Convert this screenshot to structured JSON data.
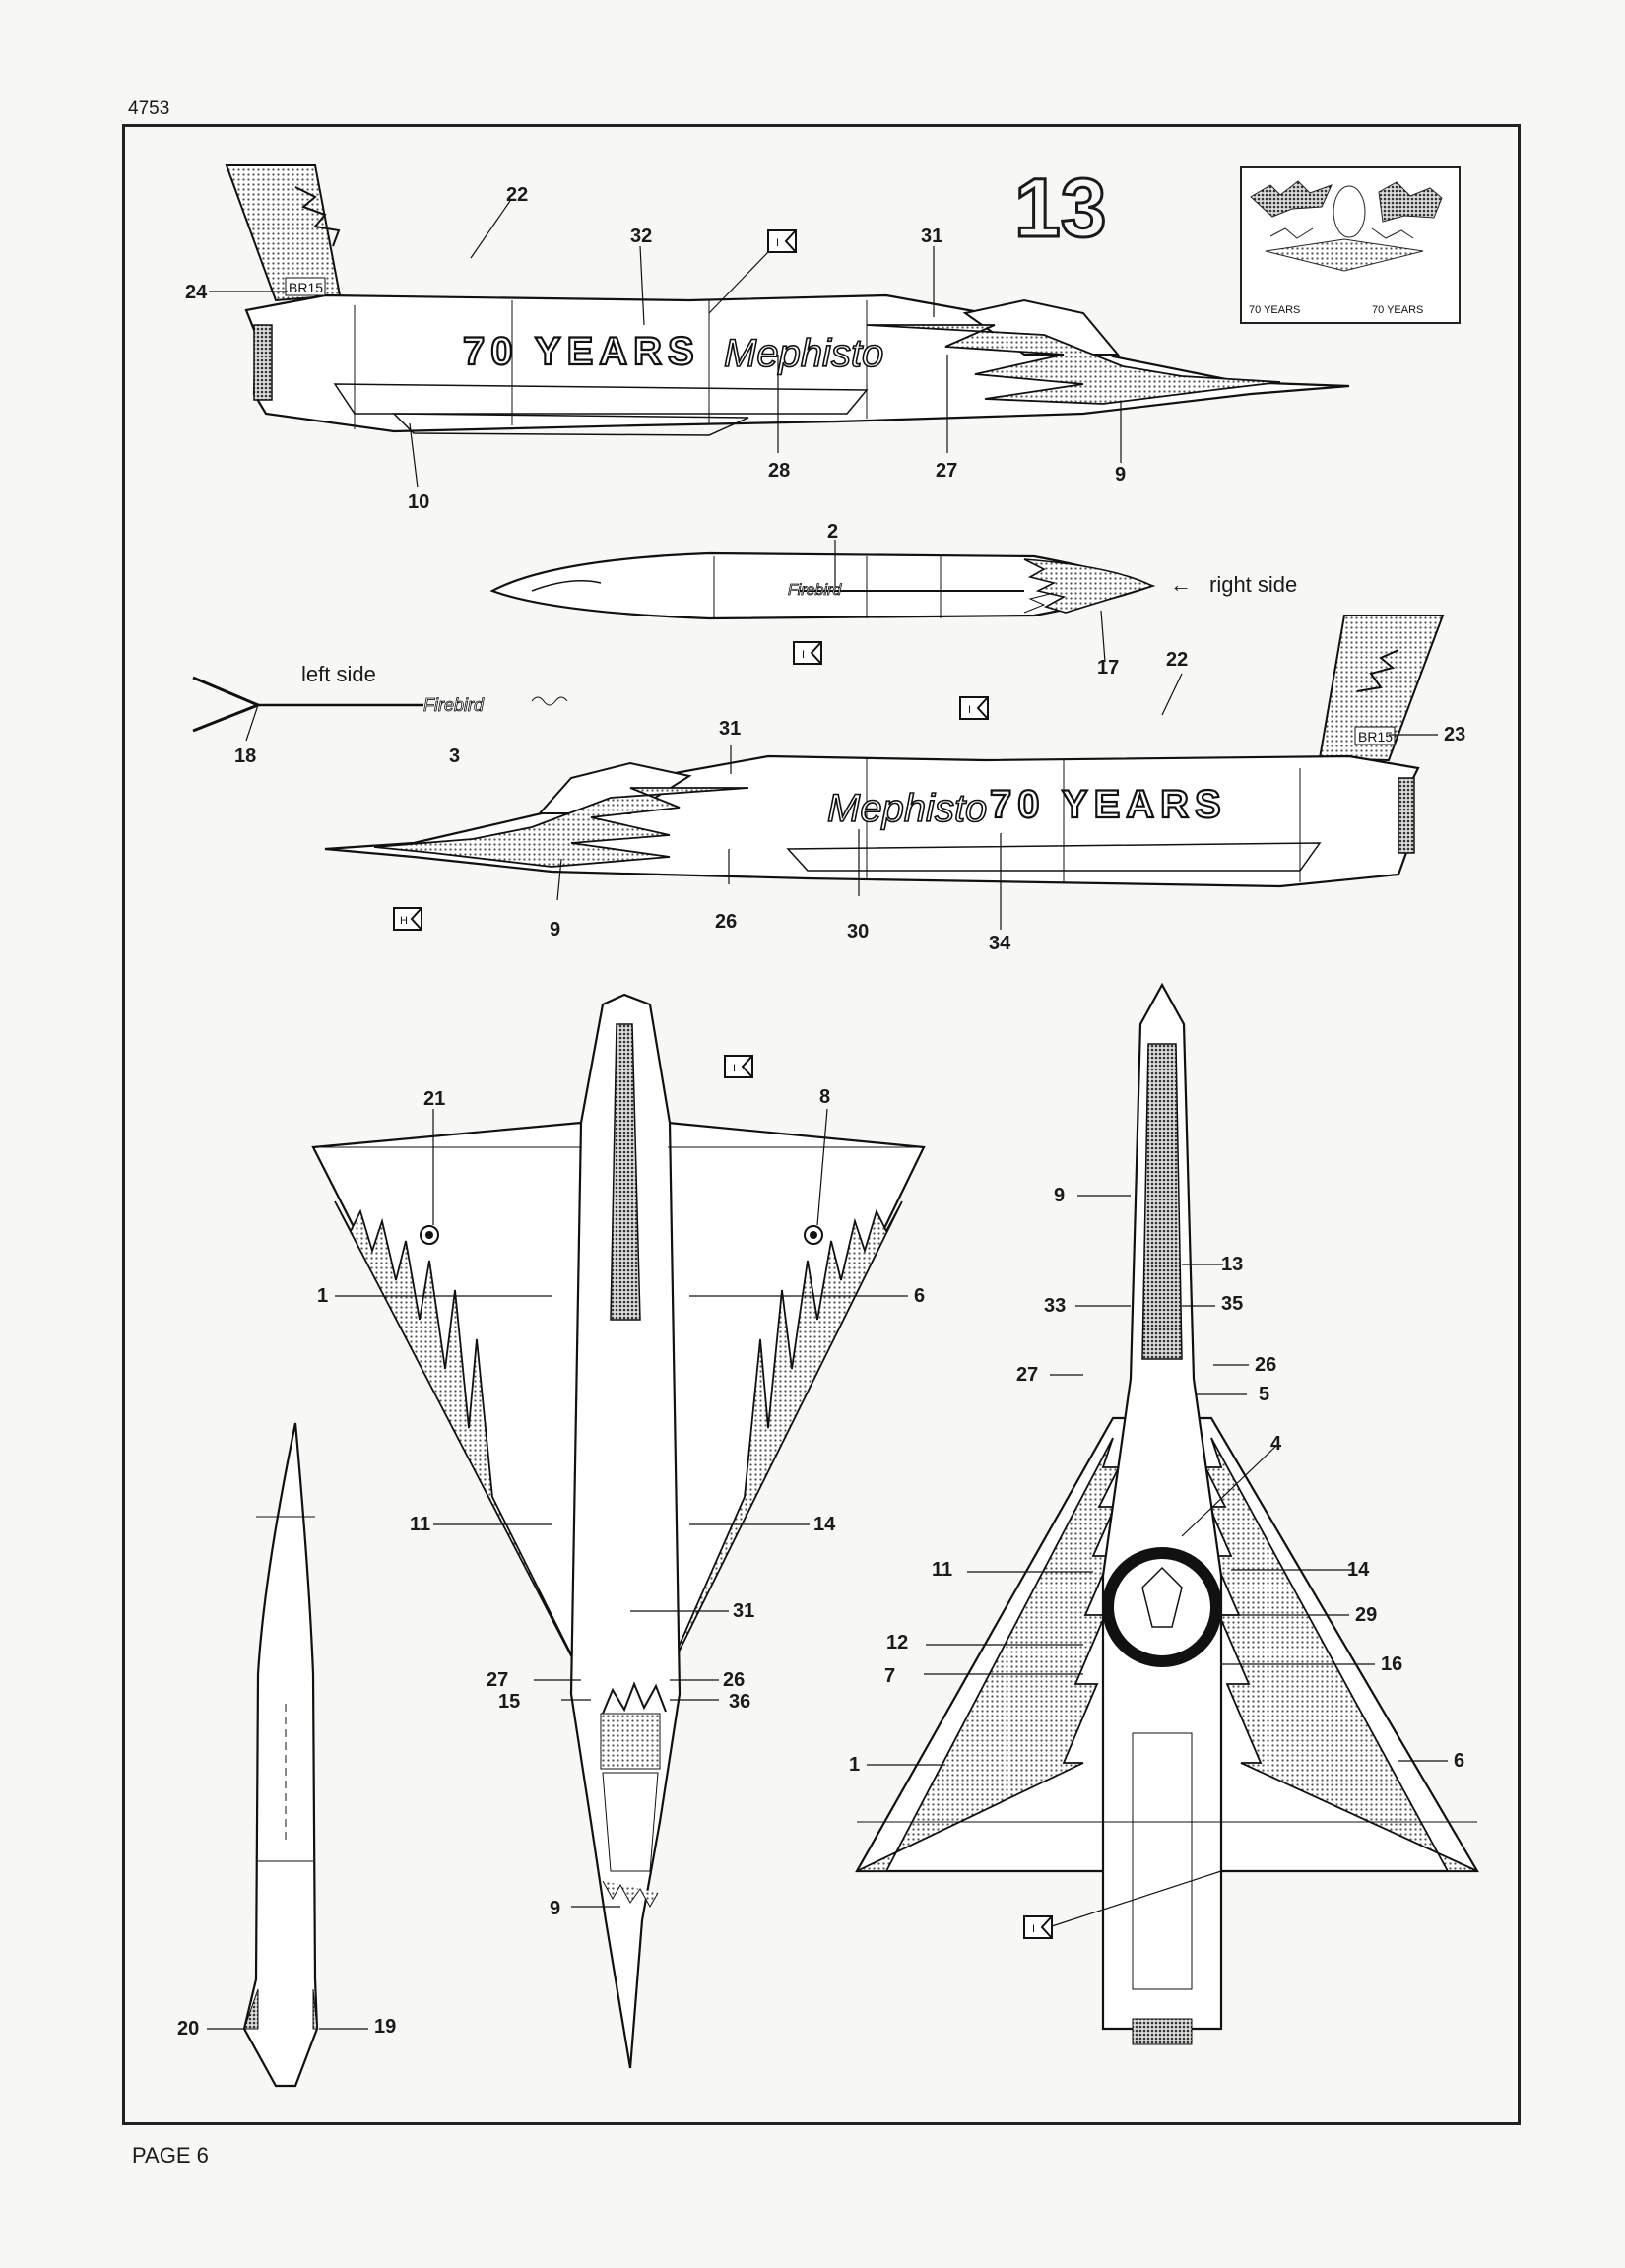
{
  "page": {
    "code": "4753",
    "footer": "PAGE 6"
  },
  "profile": {
    "number": "13",
    "tail_code": "BR15",
    "fuselage_text": "70 YEARS",
    "nose_script": "Mephisto",
    "tank_script": "Firebird",
    "preview_text_1": "70 YEARS",
    "preview_text_2": "70 YEARS"
  },
  "views": {
    "left_side_label": "left side",
    "right_side_label": "right side",
    "flag_i": "I",
    "flag_h": "H"
  },
  "callouts": {
    "top_profile": [
      "22",
      "32",
      "31",
      "24",
      "28",
      "27",
      "9",
      "10"
    ],
    "tank": [
      "2",
      "17",
      "18",
      "3"
    ],
    "lower_profile": [
      "22",
      "23",
      "31",
      "9",
      "26",
      "30",
      "34"
    ],
    "upper_plan": [
      "21",
      "8",
      "1",
      "6",
      "11",
      "14",
      "31",
      "27",
      "26",
      "15",
      "36",
      "9"
    ],
    "lower_plan": [
      "9",
      "13",
      "33",
      "35",
      "27",
      "26",
      "5",
      "4",
      "11",
      "14",
      "29",
      "12",
      "16",
      "7",
      "1",
      "6"
    ],
    "missile": [
      "20",
      "19"
    ]
  }
}
